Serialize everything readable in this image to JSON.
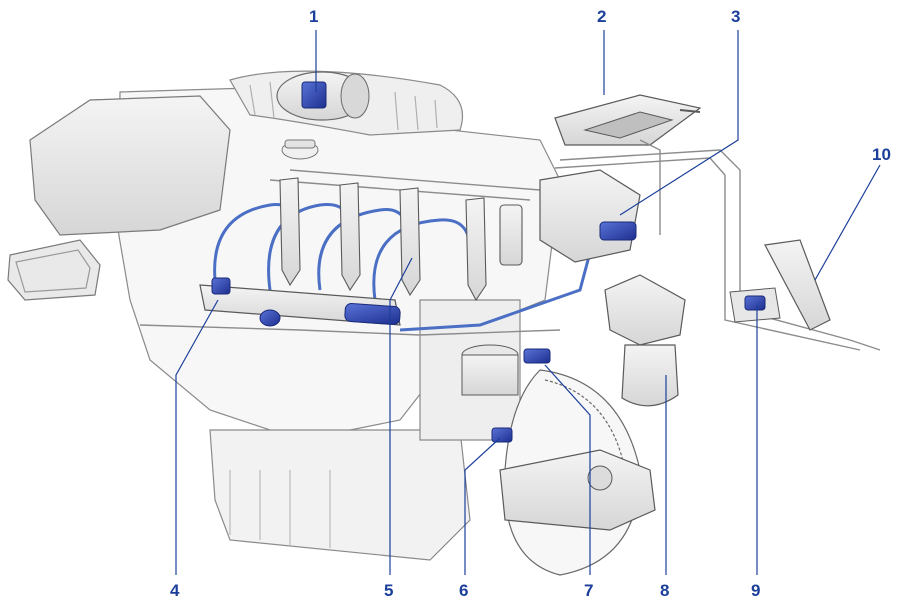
{
  "diagram": {
    "accent_color": "#1b3f9a",
    "line_color": "#4a6fc4",
    "component_color": "#2b3fb0",
    "callouts": [
      {
        "id": "1",
        "label": "1"
      },
      {
        "id": "2",
        "label": "2"
      },
      {
        "id": "3",
        "label": "3"
      },
      {
        "id": "4",
        "label": "4"
      },
      {
        "id": "5",
        "label": "5"
      },
      {
        "id": "6",
        "label": "6"
      },
      {
        "id": "7",
        "label": "7"
      },
      {
        "id": "8",
        "label": "8"
      },
      {
        "id": "9",
        "label": "9"
      },
      {
        "id": "10",
        "label": "10"
      }
    ]
  }
}
